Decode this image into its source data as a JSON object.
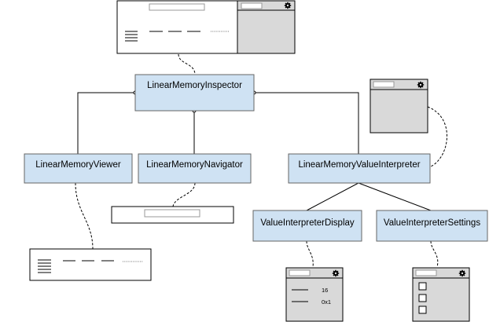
{
  "nodes": {
    "inspector": "LinearMemoryInspector",
    "viewer": "LinearMemoryViewer",
    "navigator": "LinearMemoryNavigator",
    "value_interpreter": "LinearMemoryValueInterpreter",
    "interpreter_display": "ValueInterpreterDisplay",
    "interpreter_settings": "ValueInterpreterSettings"
  },
  "display_thumbnail": {
    "values": [
      "16",
      "0x1"
    ]
  },
  "icons": {
    "settings": "gear-icon",
    "list": "list-icon",
    "checkbox": "checkbox-icon"
  },
  "colors": {
    "node_fill": "#cfe2f3",
    "node_border": "#666666",
    "panel_grey": "#d9d9d9"
  }
}
